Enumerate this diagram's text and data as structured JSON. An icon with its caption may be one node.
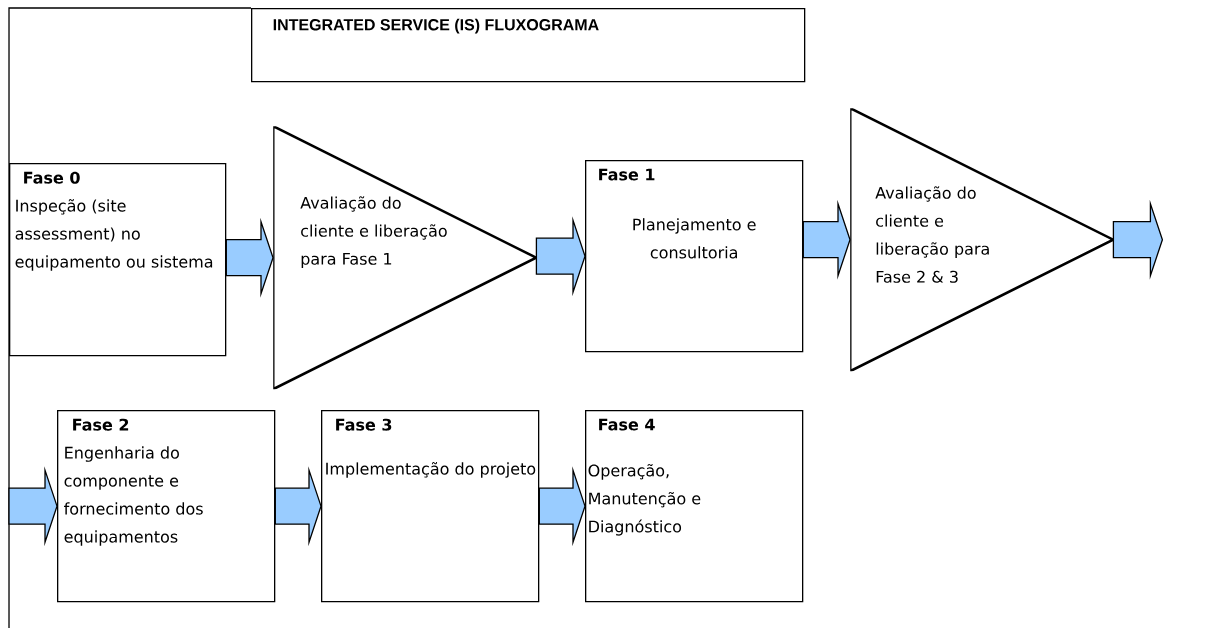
{
  "diagram": {
    "nodes": [
      {
        "text": [
          "INTEGRATED SERVICE (IS) FLUXOGRAMA"
        ]
      },
      {
        "text": [
          "Fase 0",
          "Inspeção (site assessment) no equipamento ou sistema"
        ]
      },
      {
        "text": [
          "Avaliação do cliente e liberação para Fase 1"
        ]
      },
      {
        "text": [
          "Fase 1",
          "Planejamento e consultoria"
        ]
      },
      {
        "text": [
          "Avaliação do cliente e liberação para Fase 2 & 3"
        ]
      },
      {
        "text": [
          "Fase 2",
          "Engenharia do componente e fornecimento dos equipamentos"
        ]
      },
      {
        "text": [
          "Fase 3",
          "Implementação do projeto"
        ]
      },
      {
        "text": [
          "Fase 4",
          "Operação, Manutenção e Diagnóstico"
        ]
      }
    ],
    "edges": [
      {
        "from": 1,
        "to": 2,
        "arrow": "to"
      },
      {
        "from": 2,
        "to": 3,
        "arrow": "to"
      },
      {
        "from": 3,
        "to": 4,
        "arrow": "to"
      },
      {
        "from": 4,
        "to": null,
        "arrow": "to"
      },
      {
        "from": null,
        "to": 5,
        "arrow": "to"
      },
      {
        "from": 5,
        "to": 6,
        "arrow": "to"
      },
      {
        "from": 6,
        "to": 7,
        "arrow": "to"
      }
    ]
  }
}
